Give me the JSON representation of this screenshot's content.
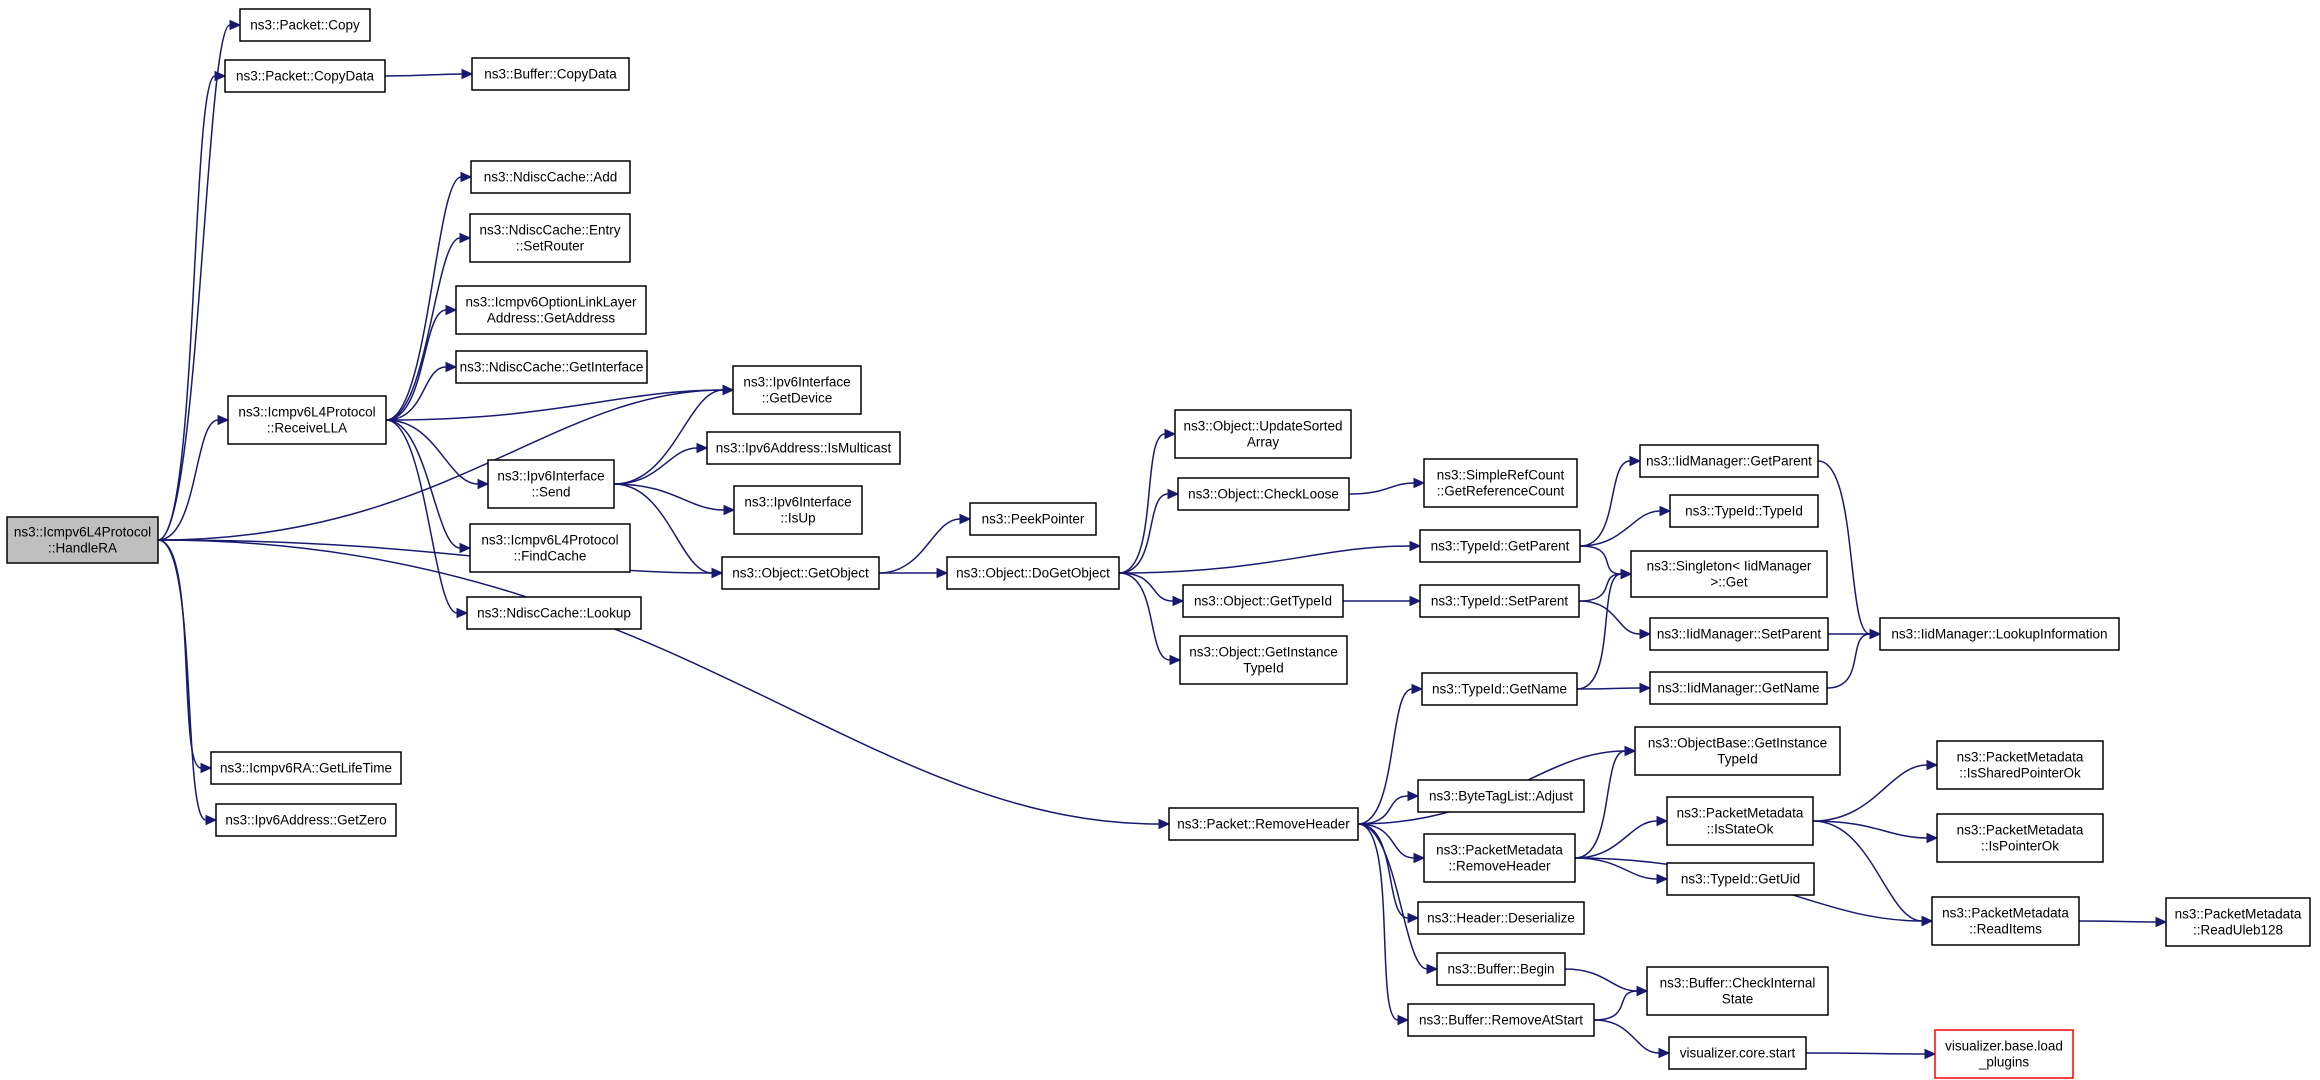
{
  "nodes": [
    {
      "id": "root",
      "lines": [
        "ns3::Icmpv6L4Protocol",
        "::HandleRA"
      ],
      "root": true
    },
    {
      "id": "copy",
      "lines": [
        "ns3::Packet::Copy"
      ]
    },
    {
      "id": "copydata",
      "lines": [
        "ns3::Packet::CopyData"
      ]
    },
    {
      "id": "bufcopydata",
      "lines": [
        "ns3::Buffer::CopyData"
      ]
    },
    {
      "id": "ndadd",
      "lines": [
        "ns3::NdiscCache::Add"
      ]
    },
    {
      "id": "setrouter",
      "lines": [
        "ns3::NdiscCache::Entry",
        "::SetRouter"
      ]
    },
    {
      "id": "getaddress",
      "lines": [
        "ns3::Icmpv6OptionLinkLayer",
        "Address::GetAddress"
      ]
    },
    {
      "id": "getinterface",
      "lines": [
        "ns3::NdiscCache::GetInterface"
      ]
    },
    {
      "id": "getdevice",
      "lines": [
        "ns3::Ipv6Interface",
        "::GetDevice"
      ]
    },
    {
      "id": "receivella",
      "lines": [
        "ns3::Icmpv6L4Protocol",
        "::ReceiveLLA"
      ]
    },
    {
      "id": "send",
      "lines": [
        "ns3::Ipv6Interface",
        "::Send"
      ]
    },
    {
      "id": "ismulticast",
      "lines": [
        "ns3::Ipv6Address::IsMulticast"
      ]
    },
    {
      "id": "isup",
      "lines": [
        "ns3::Ipv6Interface",
        "::IsUp"
      ]
    },
    {
      "id": "findcache",
      "lines": [
        "ns3::Icmpv6L4Protocol",
        "::FindCache"
      ]
    },
    {
      "id": "lookup",
      "lines": [
        "ns3::NdiscCache::Lookup"
      ]
    },
    {
      "id": "getobject",
      "lines": [
        "ns3::Object::GetObject"
      ]
    },
    {
      "id": "peekpointer",
      "lines": [
        "ns3::PeekPointer"
      ]
    },
    {
      "id": "dogetobject",
      "lines": [
        "ns3::Object::DoGetObject"
      ]
    },
    {
      "id": "updatesorted",
      "lines": [
        "ns3::Object::UpdateSorted",
        "Array"
      ]
    },
    {
      "id": "checkloose",
      "lines": [
        "ns3::Object::CheckLoose"
      ]
    },
    {
      "id": "getrefcount",
      "lines": [
        "ns3::SimpleRefCount",
        "::GetReferenceCount"
      ]
    },
    {
      "id": "objgettypeid",
      "lines": [
        "ns3::Object::GetTypeId"
      ]
    },
    {
      "id": "getinstancetypeid",
      "lines": [
        "ns3::Object::GetInstance",
        "TypeId"
      ]
    },
    {
      "id": "typeidgetparent",
      "lines": [
        "ns3::TypeId::GetParent"
      ]
    },
    {
      "id": "typeidsetparent",
      "lines": [
        "ns3::TypeId::SetParent"
      ]
    },
    {
      "id": "typeidgetname",
      "lines": [
        "ns3::TypeId::GetName"
      ]
    },
    {
      "id": "iidgetparent",
      "lines": [
        "ns3::IidManager::GetParent"
      ]
    },
    {
      "id": "typeidtypeid",
      "lines": [
        "ns3::TypeId::TypeId"
      ]
    },
    {
      "id": "singletonget",
      "lines": [
        "ns3::Singleton< IidManager",
        " >::Get"
      ]
    },
    {
      "id": "iidsetparent",
      "lines": [
        "ns3::IidManager::SetParent"
      ]
    },
    {
      "id": "iidgetname",
      "lines": [
        "ns3::IidManager::GetName"
      ]
    },
    {
      "id": "lookupinfo",
      "lines": [
        "ns3::IidManager::LookupInformation"
      ]
    },
    {
      "id": "getlifetime",
      "lines": [
        "ns3::Icmpv6RA::GetLifeTime"
      ]
    },
    {
      "id": "getzero",
      "lines": [
        "ns3::Ipv6Address::GetZero"
      ]
    },
    {
      "id": "removeheader",
      "lines": [
        "ns3::Packet::RemoveHeader"
      ]
    },
    {
      "id": "objbasegetinst",
      "lines": [
        "ns3::ObjectBase::GetInstance",
        "TypeId"
      ]
    },
    {
      "id": "bytetagadjust",
      "lines": [
        "ns3::ByteTagList::Adjust"
      ]
    },
    {
      "id": "pmremoveheader",
      "lines": [
        "ns3::PacketMetadata",
        "::RemoveHeader"
      ]
    },
    {
      "id": "headerdeserialize",
      "lines": [
        "ns3::Header::Deserialize"
      ]
    },
    {
      "id": "bufbegin",
      "lines": [
        "ns3::Buffer::Begin"
      ]
    },
    {
      "id": "bufremoveatstart",
      "lines": [
        "ns3::Buffer::RemoveAtStart"
      ]
    },
    {
      "id": "isstateok",
      "lines": [
        "ns3::PacketMetadata",
        "::IsStateOk"
      ]
    },
    {
      "id": "typeidgetuid",
      "lines": [
        "ns3::TypeId::GetUid"
      ]
    },
    {
      "id": "issharedptrok",
      "lines": [
        "ns3::PacketMetadata",
        "::IsSharedPointerOk"
      ]
    },
    {
      "id": "isptrok",
      "lines": [
        "ns3::PacketMetadata",
        "::IsPointerOk"
      ]
    },
    {
      "id": "readitems",
      "lines": [
        "ns3::PacketMetadata",
        "::ReadItems"
      ]
    },
    {
      "id": "readuleb",
      "lines": [
        "ns3::PacketMetadata",
        "::ReadUleb128"
      ]
    },
    {
      "id": "checkinternal",
      "lines": [
        "ns3::Buffer::CheckInternal",
        "State"
      ]
    },
    {
      "id": "vizcorestart",
      "lines": [
        "visualizer.core.start"
      ]
    },
    {
      "id": "vizloadplugins",
      "lines": [
        "visualizer.base.load",
        "_plugins"
      ],
      "red": true
    }
  ],
  "edges": [
    [
      "root",
      "copy"
    ],
    [
      "root",
      "copydata"
    ],
    [
      "root",
      "getdevice"
    ],
    [
      "root",
      "receivella"
    ],
    [
      "root",
      "getobject"
    ],
    [
      "root",
      "removeheader"
    ],
    [
      "root",
      "getlifetime"
    ],
    [
      "root",
      "getzero"
    ],
    [
      "copydata",
      "bufcopydata"
    ],
    [
      "receivella",
      "ndadd"
    ],
    [
      "receivella",
      "setrouter"
    ],
    [
      "receivella",
      "getaddress"
    ],
    [
      "receivella",
      "getinterface"
    ],
    [
      "receivella",
      "getdevice"
    ],
    [
      "receivella",
      "send"
    ],
    [
      "receivella",
      "findcache"
    ],
    [
      "receivella",
      "lookup"
    ],
    [
      "send",
      "getdevice"
    ],
    [
      "send",
      "ismulticast"
    ],
    [
      "send",
      "isup"
    ],
    [
      "send",
      "getobject"
    ],
    [
      "getobject",
      "peekpointer"
    ],
    [
      "getobject",
      "dogetobject"
    ],
    [
      "dogetobject",
      "updatesorted"
    ],
    [
      "dogetobject",
      "checkloose"
    ],
    [
      "dogetobject",
      "typeidgetparent"
    ],
    [
      "dogetobject",
      "objgettypeid"
    ],
    [
      "dogetobject",
      "getinstancetypeid"
    ],
    [
      "checkloose",
      "getrefcount"
    ],
    [
      "objgettypeid",
      "typeidsetparent"
    ],
    [
      "typeidgetparent",
      "iidgetparent"
    ],
    [
      "typeidgetparent",
      "typeidtypeid"
    ],
    [
      "typeidgetparent",
      "singletonget"
    ],
    [
      "typeidsetparent",
      "singletonget"
    ],
    [
      "typeidsetparent",
      "iidsetparent"
    ],
    [
      "typeidgetname",
      "singletonget"
    ],
    [
      "typeidgetname",
      "iidgetname"
    ],
    [
      "iidgetparent",
      "lookupinfo"
    ],
    [
      "iidsetparent",
      "lookupinfo"
    ],
    [
      "iidgetname",
      "lookupinfo"
    ],
    [
      "removeheader",
      "typeidgetname"
    ],
    [
      "removeheader",
      "objbasegetinst"
    ],
    [
      "removeheader",
      "bytetagadjust"
    ],
    [
      "removeheader",
      "pmremoveheader"
    ],
    [
      "removeheader",
      "headerdeserialize"
    ],
    [
      "removeheader",
      "bufbegin"
    ],
    [
      "removeheader",
      "bufremoveatstart"
    ],
    [
      "pmremoveheader",
      "objbasegetinst"
    ],
    [
      "pmremoveheader",
      "isstateok"
    ],
    [
      "pmremoveheader",
      "typeidgetuid"
    ],
    [
      "pmremoveheader",
      "readitems"
    ],
    [
      "isstateok",
      "issharedptrok"
    ],
    [
      "isstateok",
      "isptrok"
    ],
    [
      "isstateok",
      "readitems"
    ],
    [
      "readitems",
      "readuleb"
    ],
    [
      "bufbegin",
      "checkinternal"
    ],
    [
      "bufremoveatstart",
      "checkinternal"
    ],
    [
      "bufremoveatstart",
      "vizcorestart"
    ],
    [
      "vizcorestart",
      "vizloadplugins"
    ]
  ]
}
